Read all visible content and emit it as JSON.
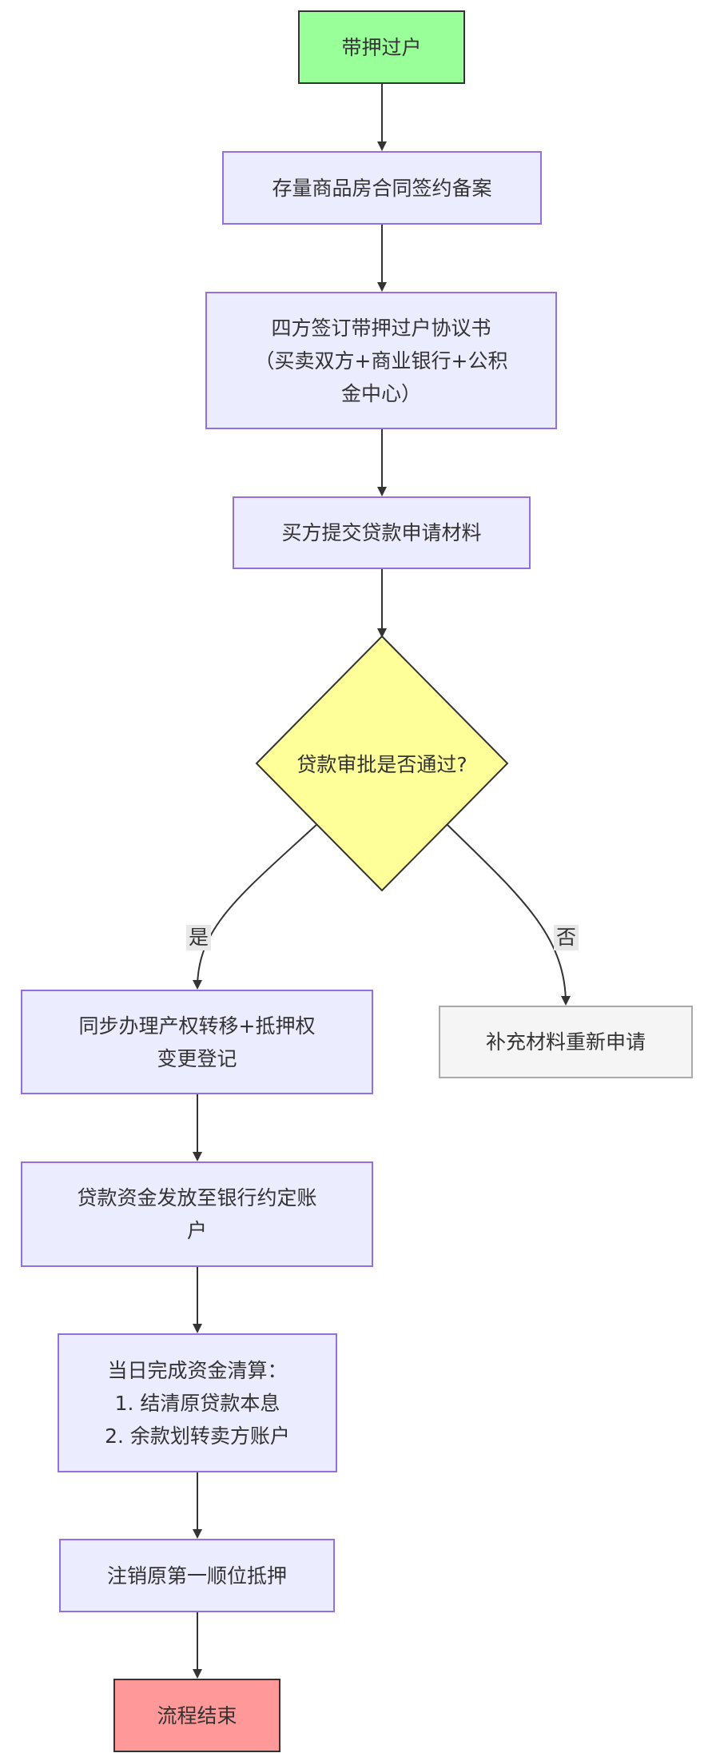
{
  "colors": {
    "process_fill": "#ECECFF",
    "process_border": "#9370DB",
    "start_fill": "#99FF99",
    "end_fill": "#FF9999",
    "decision_fill": "#FFFF99",
    "retry_fill": "#F5F5F5",
    "edge": "#333333"
  },
  "nodes": {
    "start": "带押过户",
    "step1": "存量商品房合同签约备案",
    "step2": "四方签订带押过户协议书\n（买卖双方+商业银行+公积\n金中心）",
    "step3": "买方提交贷款申请材料",
    "decision": "贷款审批是否通过?",
    "yes_step1": "同步办理产权转移+抵押权\n变更登记",
    "no_step": "补充材料重新申请",
    "yes_step2": "贷款资金发放至银行约定账\n户",
    "yes_step3": "当日完成资金清算：\n1. 结清原贷款本息\n2. 余款划转卖方账户",
    "yes_step4": "注销原第一顺位抵押",
    "end": "流程结束"
  },
  "edge_labels": {
    "yes": "是",
    "no": "否"
  }
}
